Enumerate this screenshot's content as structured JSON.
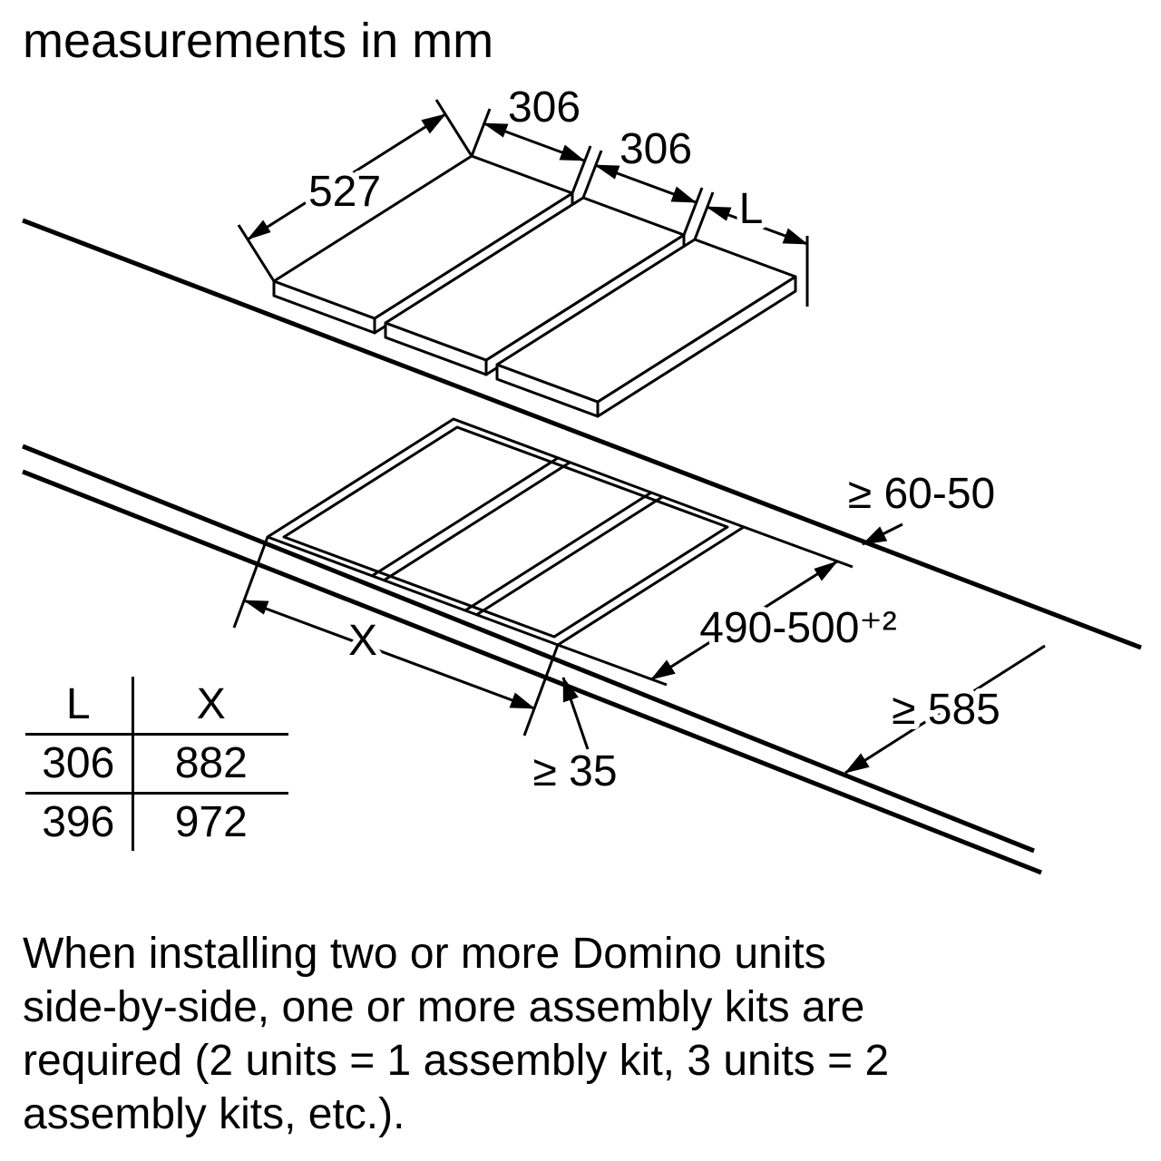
{
  "title": "measurements in mm",
  "diagram": {
    "labels": {
      "hob_depth": "527",
      "hob_width_1": "306",
      "hob_width_2": "306",
      "hob_width_3": "L",
      "rear_gap": "≥ 60-50",
      "cutout_depth": "490-500⁺²",
      "cutout_width": "X",
      "front_gap": "≥ 35",
      "worktop_depth": "≥ 585"
    }
  },
  "table": {
    "col_headers": [
      "L",
      "X"
    ],
    "rows": [
      [
        "306",
        "882"
      ],
      [
        "396",
        "972"
      ]
    ]
  },
  "note": {
    "lines": [
      "When installing two or more Domino units",
      "side-by-side, one or more assembly kits are",
      "required (2 units = 1 assembly kit, 3 units = 2",
      "assembly kits, etc.)."
    ]
  }
}
